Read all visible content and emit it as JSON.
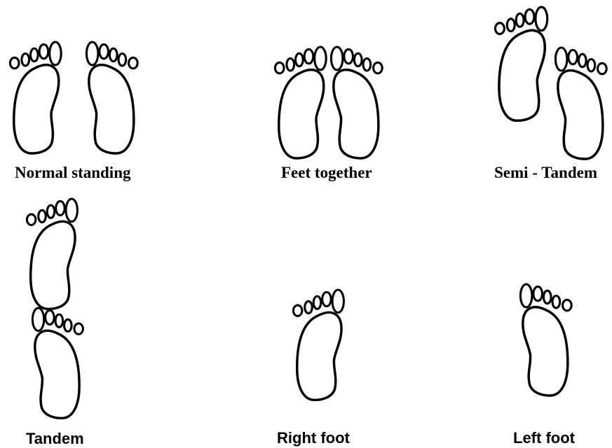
{
  "labels": {
    "normal_standing": "Normal standing",
    "feet_together": "Feet together",
    "semi_tandem": "Semi - Tandem",
    "tandem": "Tandem",
    "right_foot": "Right foot",
    "left_foot": "Left foot"
  },
  "colors": {
    "line": "#000000",
    "background": "#ffffff"
  }
}
